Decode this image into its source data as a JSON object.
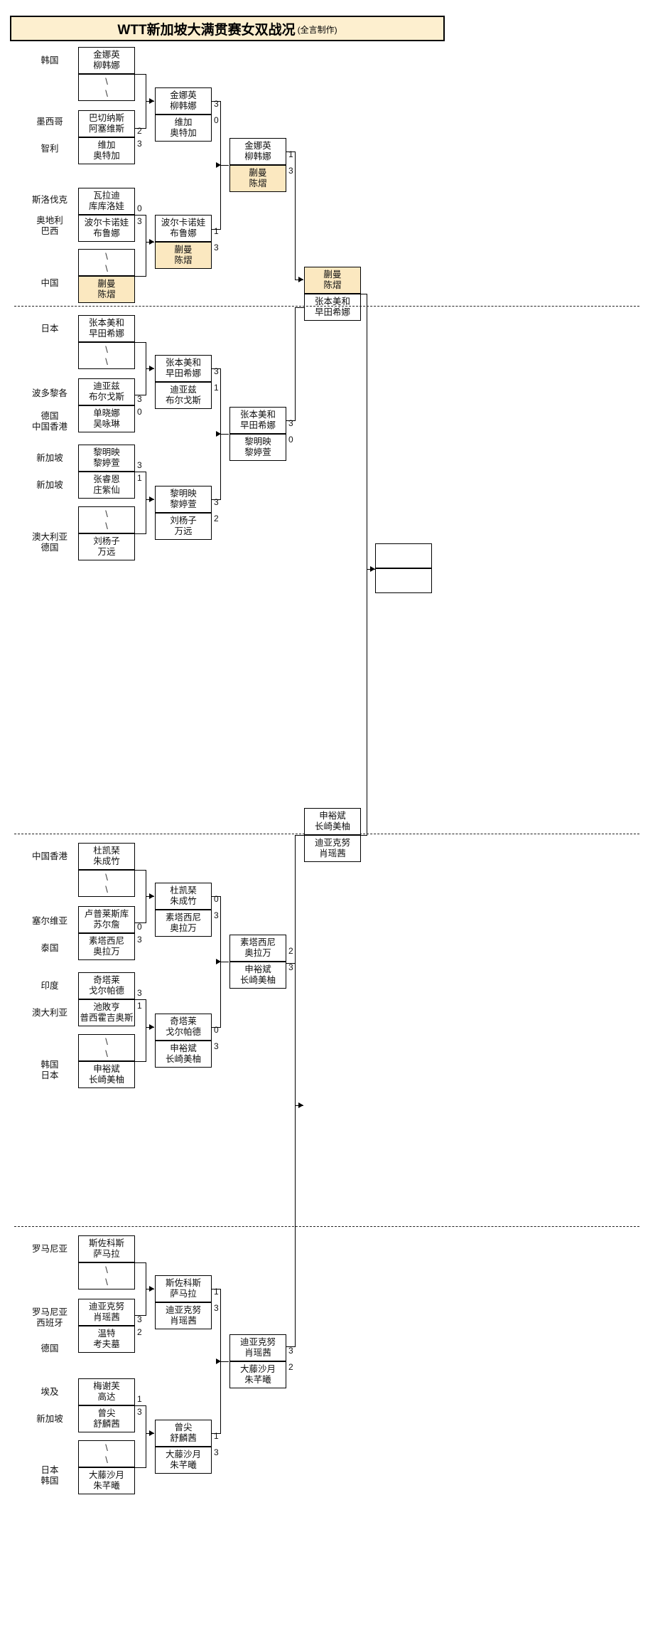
{
  "title": {
    "main": "WTT新加坡大满贯赛女双战况",
    "sub": "(全言制作)"
  },
  "nations": {
    "korea": "韩国",
    "mexico": "墨西哥",
    "chile": "智利",
    "slovakia": "斯洛伐克",
    "austria": "奥地利",
    "brazil": "巴西",
    "china": "中国",
    "japan": "日本",
    "puertorico": "波多黎各",
    "germany": "德国",
    "hongkong": "中国香港",
    "singapore": "新加坡",
    "australia": "澳大利亚",
    "serbia": "塞尔维亚",
    "thailand": "泰国",
    "india": "印度",
    "romania": "罗马尼亚",
    "spain": "西班牙",
    "egypt": "埃及"
  },
  "teams": {
    "kim_ryu": {
      "p1": "金娜英",
      "p2": "柳韩娜"
    },
    "bye": {
      "p1": "\\",
      "p2": "\\"
    },
    "bach_ace": {
      "p1": "巴切纳斯",
      "p2": "阿塞维斯"
    },
    "vega_ort": {
      "p1": "维加",
      "p2": "奥特加"
    },
    "wal_kuk": {
      "p1": "瓦拉迪",
      "p2": "库库洛娃"
    },
    "pol_bru": {
      "p1": "波尔卡诺娃",
      "p2": "布鲁娜"
    },
    "kuai_chen": {
      "p1": "蒯曼",
      "p2": "陈熠"
    },
    "zhang_hayata": {
      "p1": "张本美和",
      "p2": "早田希娜"
    },
    "diaz_bur": {
      "p1": "迪亚兹",
      "p2": "布尔戈斯"
    },
    "shan_wu": {
      "p1": "单晓娜",
      "p2": "吴咏琳"
    },
    "li_li": {
      "p1": "黎明映",
      "p2": "黎婷萱"
    },
    "zhang_zhuang": {
      "p1": "张睿恩",
      "p2": "庄紫仙"
    },
    "liu_wan": {
      "p1": "刘杨子",
      "p2": "万远"
    },
    "du_zhu": {
      "p1": "杜凯琹",
      "p2": "朱成竹"
    },
    "lup_sur": {
      "p1": "卢普莱斯库",
      "p2": "苏尔詹"
    },
    "sut_ora": {
      "p1": "素塔西尼",
      "p2": "奥拉万"
    },
    "chit_gol": {
      "p1": "奇塔莱",
      "p2": "戈尔帕德"
    },
    "chi_psi": {
      "p1": "池敗亨",
      "p2": "普西霍吉奥斯"
    },
    "shin_nag": {
      "p1": "申裕斌",
      "p2": "长崎美柚"
    },
    "szo_sam": {
      "p1": "斯佐科斯",
      "p2": "萨马拉"
    },
    "dia_xiao": {
      "p1": "迪亚克努",
      "p2": "肖瑶茜"
    },
    "win_kauf": {
      "p1": "温特",
      "p2": "考夫墓"
    },
    "mes_gad": {
      "p1": "梅谢芙",
      "p2": "高达"
    },
    "zeng_shu": {
      "p1": "曾尖",
      "p2": "舒麟茜"
    },
    "ofuji_zhu": {
      "p1": "大藤沙月",
      "p2": "朱芊曦"
    }
  },
  "scores": {
    "q1": {
      "bach_ace": "2",
      "vega_ort": "3",
      "wal_kuk": "0",
      "pol_bru": "3",
      "r2_kim": "3",
      "r2_vega": "0",
      "r2_pol": "1",
      "r2_kuai": "3",
      "r3_kim": "1",
      "r3_kuai": "3"
    },
    "q2": {
      "diaz_bur": "3",
      "shan_wu": "0",
      "li_li": "3",
      "zhang_zhuang": "1",
      "r2_zhang": "3",
      "r2_diaz": "1",
      "r2_li": "3",
      "r2_liu": "2",
      "r3_zhang": "3",
      "r3_li": "0"
    },
    "q3": {
      "lup_sur": "0",
      "sut_ora": "3",
      "chit_gol": "3",
      "chi_psi": "1",
      "r2_du": "0",
      "r2_sut": "3",
      "r2_chit": "0",
      "r2_shin": "3",
      "r3_sut": "2",
      "r3_shin": "3"
    },
    "q4": {
      "dia_xiao": "3",
      "win_kauf": "2",
      "mes_gad": "1",
      "zeng_shu": "3",
      "r2_szo": "1",
      "r2_dia": "3",
      "r2_zeng": "1",
      "r2_ofuji": "3",
      "r3_dia": "3",
      "r3_ofuji": "2"
    }
  },
  "colors": {
    "highlight": "#fbe8c0",
    "title_bg": "#fdefcf",
    "line": "#000000"
  }
}
